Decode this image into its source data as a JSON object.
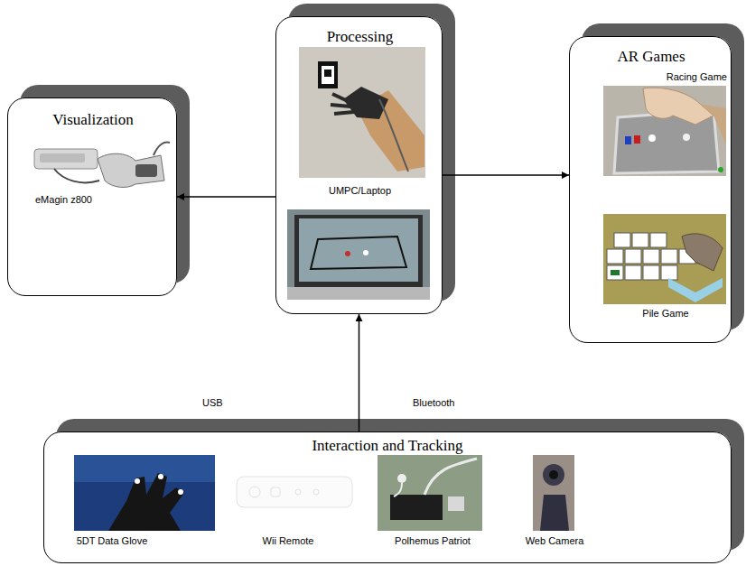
{
  "diagram": {
    "nodes": [
      {
        "text": [
          "Visualization",
          "eMagin z800"
        ]
      },
      {
        "text": [
          "Processing",
          "UMPC/Laptop"
        ]
      },
      {
        "text": [
          "AR Games",
          "Racing Game",
          "Pile Game"
        ]
      },
      {
        "text": [
          "Interaction and Tracking",
          "5DT Data Glove",
          "Wii Remote",
          "Polhemus Patriot",
          "Web Camera"
        ]
      }
    ],
    "edges": [
      {
        "from": 1,
        "to": 0,
        "arrow": "to"
      },
      {
        "from": 1,
        "to": 2,
        "arrow": "to"
      },
      {
        "from": 3,
        "to": 1,
        "arrow": "to"
      }
    ],
    "labels": [
      "USB",
      "Bluetooth"
    ]
  }
}
